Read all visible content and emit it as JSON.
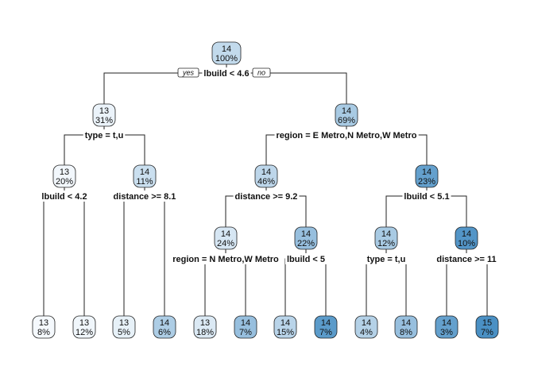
{
  "tree": {
    "yes_label": "yes",
    "no_label": "no",
    "colors": {
      "low": "#f5f9fd",
      "high": "#4a90c4",
      "edge": "#222222"
    },
    "nodes": [
      {
        "id": "n1",
        "value": "14",
        "pct": "100%",
        "fill": 0.3,
        "split": "lbuild < 4.6"
      },
      {
        "id": "n2",
        "value": "13",
        "pct": "31%",
        "fill": 0.06,
        "split": "type = t,u"
      },
      {
        "id": "n3",
        "value": "14",
        "pct": "69%",
        "fill": 0.45,
        "split": "region = E Metro,N Metro,W Metro"
      },
      {
        "id": "n4",
        "value": "13",
        "pct": "20%",
        "fill": 0.02,
        "split": "lbuild < 4.2"
      },
      {
        "id": "n5",
        "value": "14",
        "pct": "11%",
        "fill": 0.25,
        "split": "distance >= 8.1"
      },
      {
        "id": "n6",
        "value": "14",
        "pct": "46%",
        "fill": 0.33,
        "split": "distance >= 9.2"
      },
      {
        "id": "n7",
        "value": "14",
        "pct": "23%",
        "fill": 0.85,
        "split": "lbuild < 5.1"
      },
      {
        "id": "n12",
        "value": "14",
        "pct": "24%",
        "fill": 0.18,
        "split": "region = N Metro,W Metro"
      },
      {
        "id": "n13",
        "value": "14",
        "pct": "22%",
        "fill": 0.55,
        "split": "lbuild < 5"
      },
      {
        "id": "n14",
        "value": "14",
        "pct": "12%",
        "fill": 0.45,
        "split": "type = t,u"
      },
      {
        "id": "n15",
        "value": "14",
        "pct": "10%",
        "fill": 0.95,
        "split": "distance >= 11"
      },
      {
        "id": "l1",
        "value": "13",
        "pct": "8%",
        "fill": 0.0,
        "split": ""
      },
      {
        "id": "l2",
        "value": "13",
        "pct": "12%",
        "fill": 0.03,
        "split": ""
      },
      {
        "id": "l3",
        "value": "13",
        "pct": "5%",
        "fill": 0.08,
        "split": ""
      },
      {
        "id": "l4",
        "value": "14",
        "pct": "6%",
        "fill": 0.42,
        "split": ""
      },
      {
        "id": "l5",
        "value": "13",
        "pct": "18%",
        "fill": 0.15,
        "split": ""
      },
      {
        "id": "l6",
        "value": "14",
        "pct": "7%",
        "fill": 0.55,
        "split": ""
      },
      {
        "id": "l7",
        "value": "14",
        "pct": "15%",
        "fill": 0.35,
        "split": ""
      },
      {
        "id": "l8",
        "value": "14",
        "pct": "7%",
        "fill": 0.9,
        "split": ""
      },
      {
        "id": "l9",
        "value": "14",
        "pct": "4%",
        "fill": 0.38,
        "split": ""
      },
      {
        "id": "l10",
        "value": "14",
        "pct": "8%",
        "fill": 0.55,
        "split": ""
      },
      {
        "id": "l11",
        "value": "14",
        "pct": "3%",
        "fill": 0.85,
        "split": ""
      },
      {
        "id": "l12",
        "value": "15",
        "pct": "7%",
        "fill": 1.0,
        "split": ""
      }
    ]
  }
}
